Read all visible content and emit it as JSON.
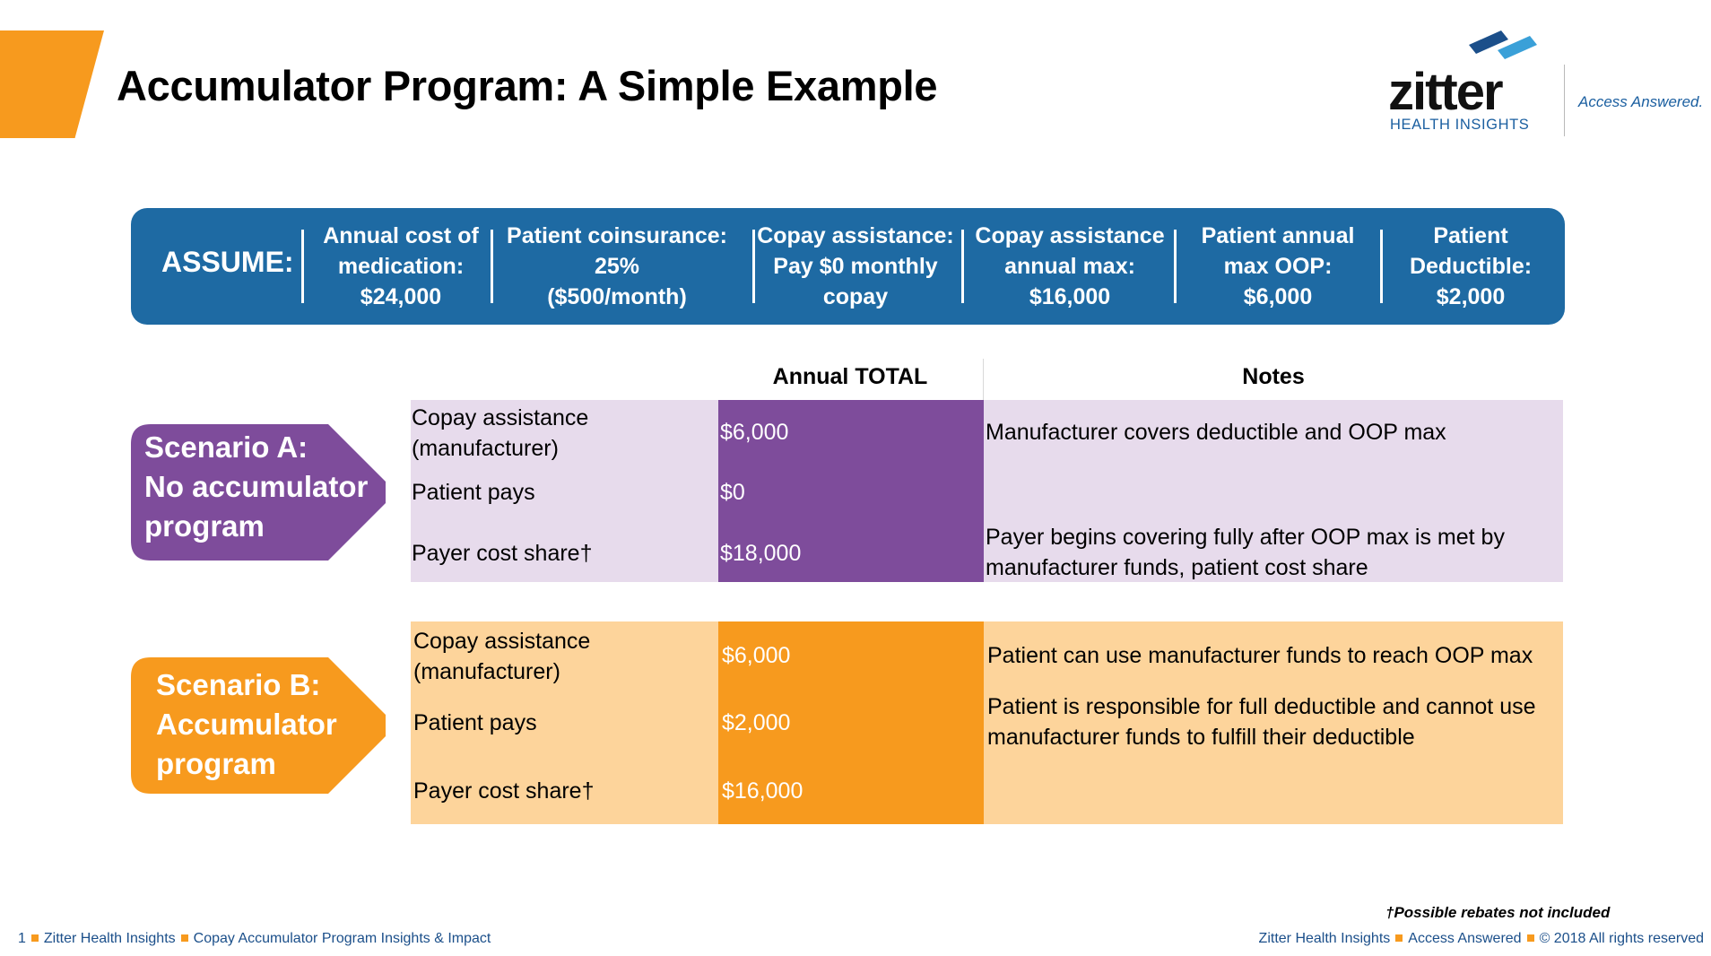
{
  "header": {
    "title": "Accumulator Program: A Simple Example",
    "logo_word": "zitter",
    "logo_sub": "HEALTH INSIGHTS",
    "tagline": "Access Answered."
  },
  "assume": {
    "label": "ASSUME:",
    "items": [
      {
        "l1": "Annual cost of",
        "l2": "medication:",
        "l3": "$24,000"
      },
      {
        "l1": "Patient coinsurance:",
        "l2": "25%",
        "l3": "($500/month)"
      },
      {
        "l1": "Copay assistance:",
        "l2": "Pay $0 monthly",
        "l3": "copay"
      },
      {
        "l1": "Copay assistance",
        "l2": "annual max:",
        "l3": "$16,000"
      },
      {
        "l1": "Patient annual",
        "l2": "max OOP:",
        "l3": "$6,000"
      },
      {
        "l1": "Patient",
        "l2": "Deductible:",
        "l3": "$2,000"
      }
    ]
  },
  "table": {
    "col_total": "Annual TOTAL",
    "col_notes": "Notes"
  },
  "scenario_a": {
    "tag_l1": "Scenario A:",
    "tag_l2": "No accumulator",
    "tag_l3": "program",
    "rows": [
      {
        "label_l1": "Copay assistance",
        "label_l2": "(manufacturer)",
        "value": "$6,000",
        "note_l1": "Manufacturer covers deductible and OOP max",
        "note_l2": ""
      },
      {
        "label_l1": "Patient pays",
        "label_l2": "",
        "value": "$0",
        "note_l1": "",
        "note_l2": ""
      },
      {
        "label_l1": "Payer cost share†",
        "label_l2": "",
        "value": "$18,000",
        "note_l1": "Payer begins covering fully after OOP max is met by",
        "note_l2": "manufacturer funds, patient cost share"
      }
    ]
  },
  "scenario_b": {
    "tag_l1": "Scenario B:",
    "tag_l2": "Accumulator",
    "tag_l3": "program",
    "rows": [
      {
        "label_l1": "Copay assistance",
        "label_l2": "(manufacturer)",
        "value": "$6,000",
        "note_l1": "Patient can use manufacturer funds to reach OOP max",
        "note_l2": ""
      },
      {
        "label_l1": "Patient pays",
        "label_l2": "",
        "value": "$2,000",
        "note_l1": "Patient is responsible for full deductible and cannot use",
        "note_l2": "manufacturer funds to fulfill their deductible"
      },
      {
        "label_l1": "Payer cost share†",
        "label_l2": "",
        "value": "$16,000",
        "note_l1": "",
        "note_l2": ""
      }
    ]
  },
  "footer": {
    "footnote": "†Possible rebates not included",
    "page_num": "1",
    "left_1": "Zitter Health Insights",
    "left_2": "Copay Accumulator Program Insights & Impact",
    "right_1": "Zitter Health Insights",
    "right_2": "Access Answered",
    "right_3": "© 2018 All rights reserved"
  },
  "colors": {
    "orange": "#f79a1e",
    "blue": "#1e6aa3",
    "purple": "#7e4c9b",
    "purple_light": "#e7dbec",
    "orange_light": "#fdd49b"
  }
}
